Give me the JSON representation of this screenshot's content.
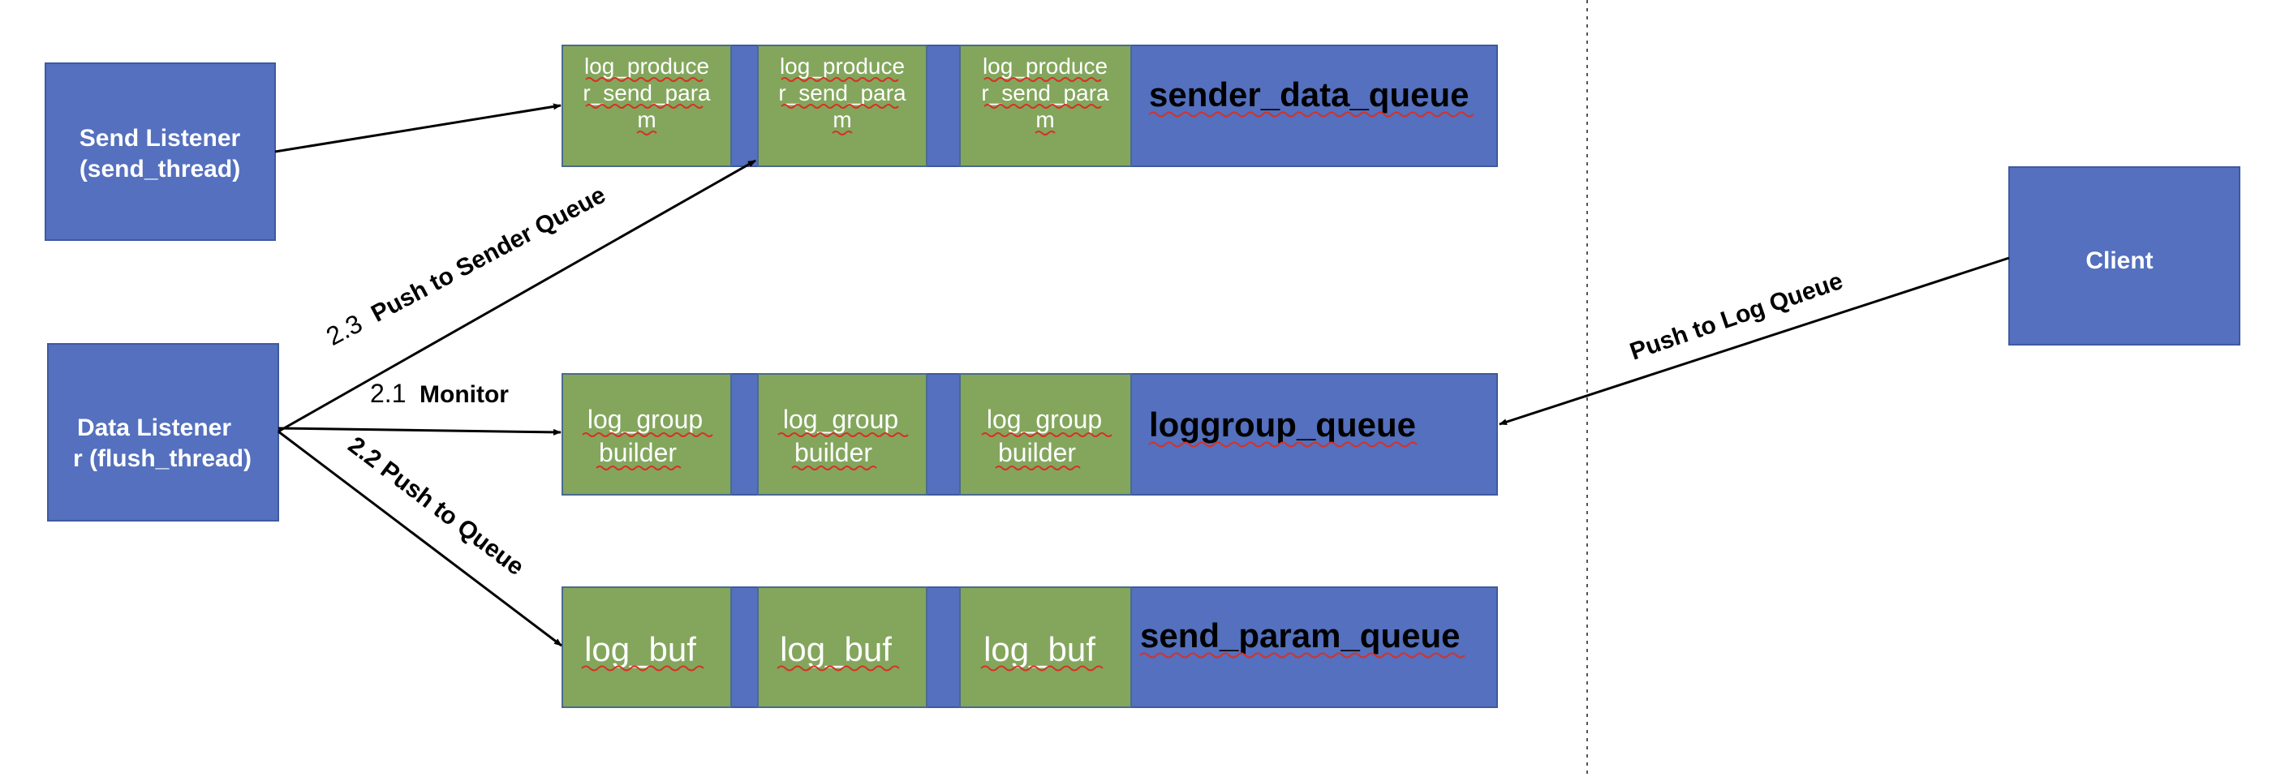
{
  "nodes": {
    "send_listener": {
      "line1": "Send Listener",
      "line2": "(send_thread)"
    },
    "data_listener": {
      "line1": "Data Listener",
      "line2": "r (flush_thread)"
    },
    "client": {
      "label": "Client"
    }
  },
  "queues": {
    "sender_data_queue": {
      "label": "sender_data_queue",
      "cells": [
        {
          "lines": [
            "log_produce",
            "r_send_para",
            "m"
          ]
        },
        {
          "lines": [
            "log_produce",
            "r_send_para",
            "m"
          ]
        },
        {
          "lines": [
            "log_produce",
            "r_send_para",
            "m"
          ]
        }
      ]
    },
    "loggroup_queue": {
      "label": "loggroup_queue",
      "cells": [
        {
          "lines": [
            "log_group",
            "builder"
          ]
        },
        {
          "lines": [
            "log_group",
            "builder"
          ]
        },
        {
          "lines": [
            "log_group",
            "builder"
          ]
        }
      ]
    },
    "send_param_queue": {
      "label": "send_param_queue",
      "cells": [
        {
          "lines": [
            "log_buf"
          ]
        },
        {
          "lines": [
            "log_buf"
          ]
        },
        {
          "lines": [
            "log_buf"
          ]
        }
      ]
    }
  },
  "edges": {
    "push_to_sender": {
      "num": "2.3",
      "label": "Push to Sender Queue"
    },
    "monitor": {
      "num": "2.1",
      "label": "Monitor"
    },
    "push_to_queue": {
      "label": "2.2 Push to Queue"
    },
    "push_to_log": {
      "label": "Push to Log Queue"
    }
  },
  "colors": {
    "blue": "#5470BE",
    "blue_border": "#3F5A9E",
    "green": "#83A65C",
    "green_border": "#4A6A8E",
    "arrow": "#000000",
    "divider": "#555555"
  }
}
